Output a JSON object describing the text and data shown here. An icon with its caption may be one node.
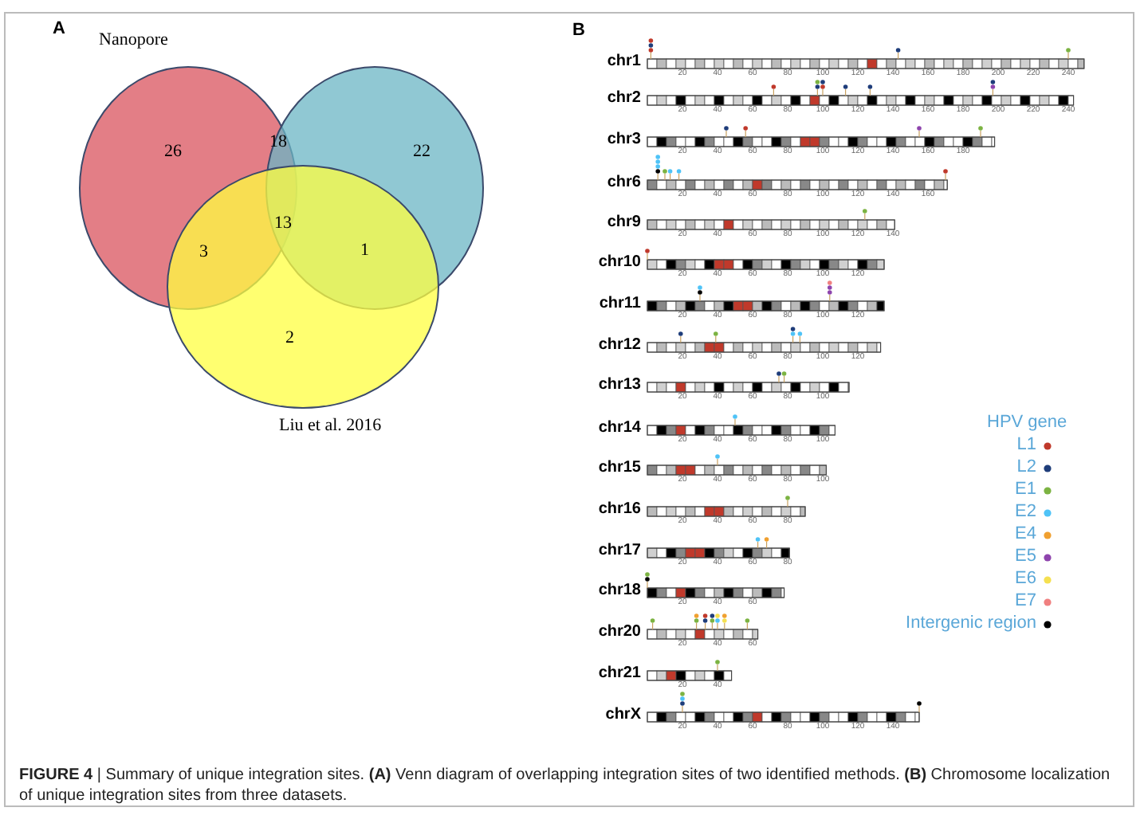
{
  "diagram": {
    "caption": "**FIGURE 4** | Summary of unique integration sites. **(A)** Venn diagram of overlapping integration sites of two identified methods. **(B)** Chromosome localization of unique integration sites from three datasets.",
    "labels": [
      "A",
      "Nanopore",
      "26",
      "18",
      "22",
      "13",
      "3",
      "1",
      "2",
      "Liu et al. 2016",
      "B",
      "chr1",
      "20",
      "40",
      "60",
      "80",
      "100",
      "120",
      "140",
      "160",
      "180",
      "200",
      "220",
      "240",
      "chr2",
      "20",
      "40",
      "60",
      "80",
      "100",
      "120",
      "140",
      "160",
      "180",
      "200",
      "220",
      "240",
      "chr3",
      "20",
      "40",
      "60",
      "80",
      "100",
      "120",
      "140",
      "160",
      "180",
      "chr6",
      "20",
      "40",
      "60",
      "80",
      "100",
      "120",
      "140",
      "160",
      "chr9",
      "20",
      "40",
      "60",
      "80",
      "100",
      "120",
      "140",
      "chr10",
      "20",
      "40",
      "60",
      "80",
      "100",
      "120",
      "chr11",
      "20",
      "40",
      "60",
      "80",
      "100",
      "120",
      "chr12",
      "20",
      "40",
      "60",
      "80",
      "100",
      "120",
      "chr13",
      "20",
      "40",
      "60",
      "80",
      "100",
      "chr14",
      "20",
      "40",
      "60",
      "80",
      "100",
      "chr15",
      "20",
      "40",
      "60",
      "80",
      "100",
      "chr16",
      "20",
      "40",
      "60",
      "80",
      "chr17",
      "20",
      "40",
      "60",
      "80",
      "chr18",
      "20",
      "40",
      "60",
      "chr20",
      "20",
      "40",
      "60",
      "chr21",
      "20",
      "40",
      "chrX",
      "20",
      "40",
      "60",
      "80",
      "100",
      "120",
      "140",
      "HPV gene"
    ],
    "legend": [
      {
        "text": "L1",
        "color": "#c0392b"
      },
      {
        "text": "L2",
        "color": "#1f3d7a"
      },
      {
        "text": "E1",
        "color": "#7cb342"
      },
      {
        "text": "E2",
        "color": "#4fc3f7"
      },
      {
        "text": "E4",
        "color": "#f0a030"
      },
      {
        "text": "E5",
        "color": "#8e44ad"
      },
      {
        "text": "E6",
        "color": "#f5e050"
      },
      {
        "text": "E7",
        "color": "#f08080"
      },
      {
        "text": "Intergenic region",
        "color": "#000000"
      }
    ]
  }
}
